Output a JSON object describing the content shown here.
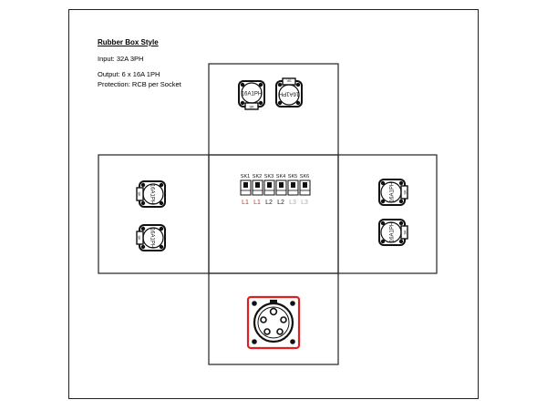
{
  "title": "Rubber Box Style",
  "spec": {
    "input": "Input: 32A 3PH",
    "output": "Output: 6 x 16A 1PH",
    "protection": "Protection: RCB per Socket"
  },
  "rcb_labels": [
    "SK1",
    "SK2",
    "SK3",
    "SK4",
    "SK5",
    "SK6"
  ],
  "phase_labels": [
    {
      "text": "L1",
      "color": "#e02020"
    },
    {
      "text": "L1",
      "color": "#e02020"
    },
    {
      "text": "L2",
      "color": "#222222"
    },
    {
      "text": "L2",
      "color": "#222222"
    },
    {
      "text": "L3",
      "color": "#aaaaaa"
    },
    {
      "text": "L3",
      "color": "#aaaaaa"
    }
  ],
  "socket_label": "16A1PH",
  "socket_tab": "SK",
  "inlet_color": "#e02020"
}
